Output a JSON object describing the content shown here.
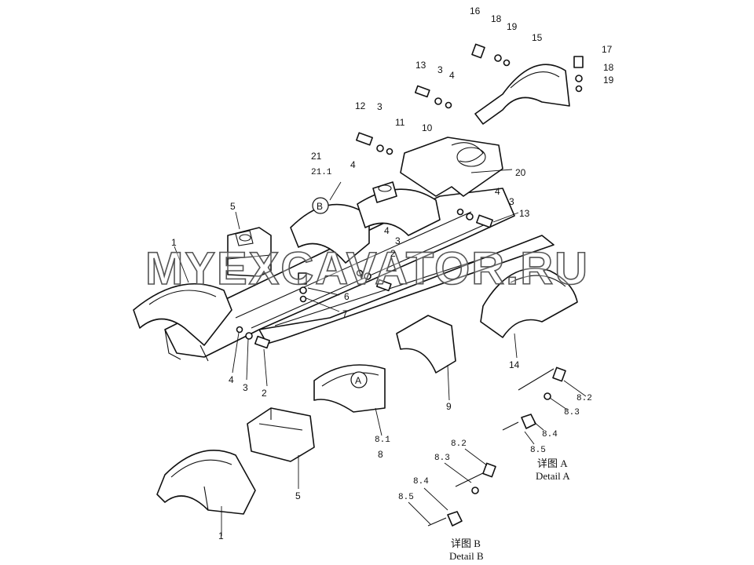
{
  "watermark": "MYEXCAVATOR.RU",
  "callouts": {
    "c1_main": "1",
    "c1_low": "1",
    "c2": "2",
    "c2b": "2",
    "c3_a": "3",
    "c3_b": "3",
    "c3_c": "3",
    "c3_d": "3",
    "c3_e": "3",
    "c4_a": "4",
    "c4_b": "4",
    "c4_c": "4",
    "c4_d": "4",
    "c4_e": "4",
    "c5_top": "5",
    "c5_low": "5",
    "c6": "6",
    "c7": "7",
    "c8": "8",
    "c8_1": "8.1",
    "c9": "9",
    "c10": "10",
    "c11": "11",
    "c12": "12",
    "c13_a": "13",
    "c13_b": "13",
    "c14": "14",
    "c15": "15",
    "c16": "16",
    "c17": "17",
    "c18_a": "18",
    "c18_b": "18",
    "c19_a": "19",
    "c19_b": "19",
    "c20": "20",
    "c21": "21",
    "c21_1": "21.1"
  },
  "detail_a": {
    "marker": "A",
    "title_cn": "详图 A",
    "title_en": "Detail A",
    "items": [
      "8.2",
      "8.3",
      "8.4",
      "8.5"
    ]
  },
  "detail_b": {
    "marker": "B",
    "title_cn": "详图 B",
    "title_en": "Detail B",
    "items": [
      "8.2",
      "8.3",
      "8.4",
      "8.5"
    ]
  }
}
